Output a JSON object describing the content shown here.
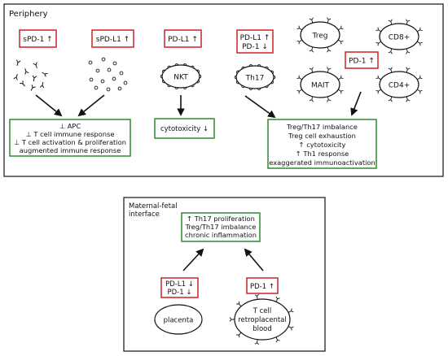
{
  "periphery": {
    "title": "Periphery",
    "labels": {
      "spd1": "sPD-1 ↑",
      "spdl1": "sPD-L1 ↑",
      "pdl1_nkt": "PD-L1 ↑",
      "th17_line1": "PD-L1 ↑",
      "th17_line2": "PD-1 ↓",
      "pd1_right": "PD-1 ↑"
    },
    "cells": {
      "nkt": "NKT",
      "th17": "Th17",
      "treg": "Treg",
      "cd8": "CD8+",
      "mait": "MAIT",
      "cd4": "CD4+"
    },
    "outcomes": {
      "left": [
        "⊥ APC",
        "⊥ T cell immune response",
        "⊥ T cell activation & proliferation",
        "augmented immune response"
      ],
      "middle": "cytotoxicity ↓",
      "right": [
        "Treg/Th17 imbalance",
        "Treg cell exhaustion",
        "↑ cytotoxicity",
        "↑ Th1 response",
        "exaggerated immunoactivation"
      ]
    }
  },
  "maternal": {
    "title_line1": "Maternal-fetal",
    "title_line2": "interface",
    "outcomes": [
      "↑ Th17 proliferation",
      "Treg/Th17 imbalance",
      "chronic inflammation"
    ],
    "labels": {
      "placenta_line1": "PD-L1 ↓",
      "placenta_line2": "PD-1 ↓",
      "tcell": "PD-1 ↑"
    },
    "cells": {
      "placenta": "placenta",
      "tcell_line1": "T cell",
      "tcell_line2": "retroplacental",
      "tcell_line3": "blood"
    }
  },
  "colors": {
    "red_box": "#cc2222",
    "green_box": "#2e8b2e",
    "line": "#111111"
  }
}
